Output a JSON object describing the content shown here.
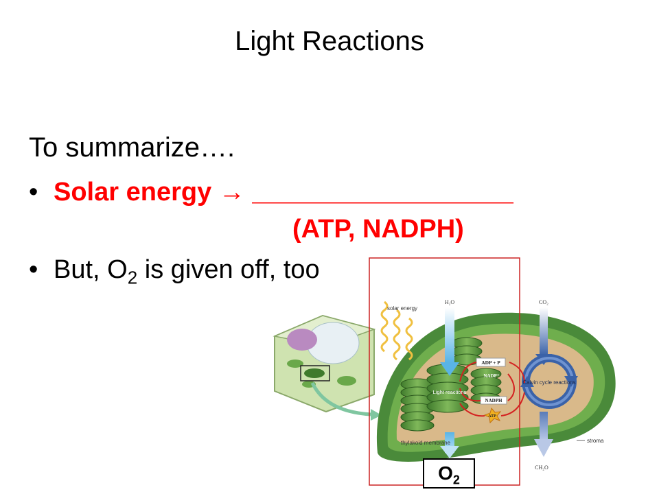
{
  "slide": {
    "title": "Light Reactions",
    "intro": "To summarize….",
    "bullet1": {
      "label": "Solar energy",
      "arrow": "→",
      "blank": "__________________",
      "answer": "(ATP, NADPH)"
    },
    "bullet2": {
      "prefix": "But, O",
      "sub": "2",
      "suffix": " is given off, too"
    }
  },
  "figure": {
    "input_h2o": "H₂O",
    "input_co2": "CO₂",
    "solar_energy": "solar energy",
    "light_reactions": "Light reactions",
    "calvin_cycle": "Calvin cycle reactions",
    "adp_p": "ADP + P",
    "nadp": "NADP⁺",
    "nadph": "NADPH",
    "atp": "ATP",
    "thylakoid_membrane": "thylakoid membrane",
    "stroma": "stroma",
    "output_ch2o": "CH₂O",
    "o2_label": {
      "base": "O",
      "sub": "2"
    }
  },
  "colors": {
    "bullet_red": "#ff0000",
    "chloroplast_green": "#4a8a3a",
    "stroma_tan": "#d9b98a",
    "water_blue": "#5ab4e6",
    "calvin_blue": "#3a62a8",
    "highlight_box": "#cc2222"
  }
}
